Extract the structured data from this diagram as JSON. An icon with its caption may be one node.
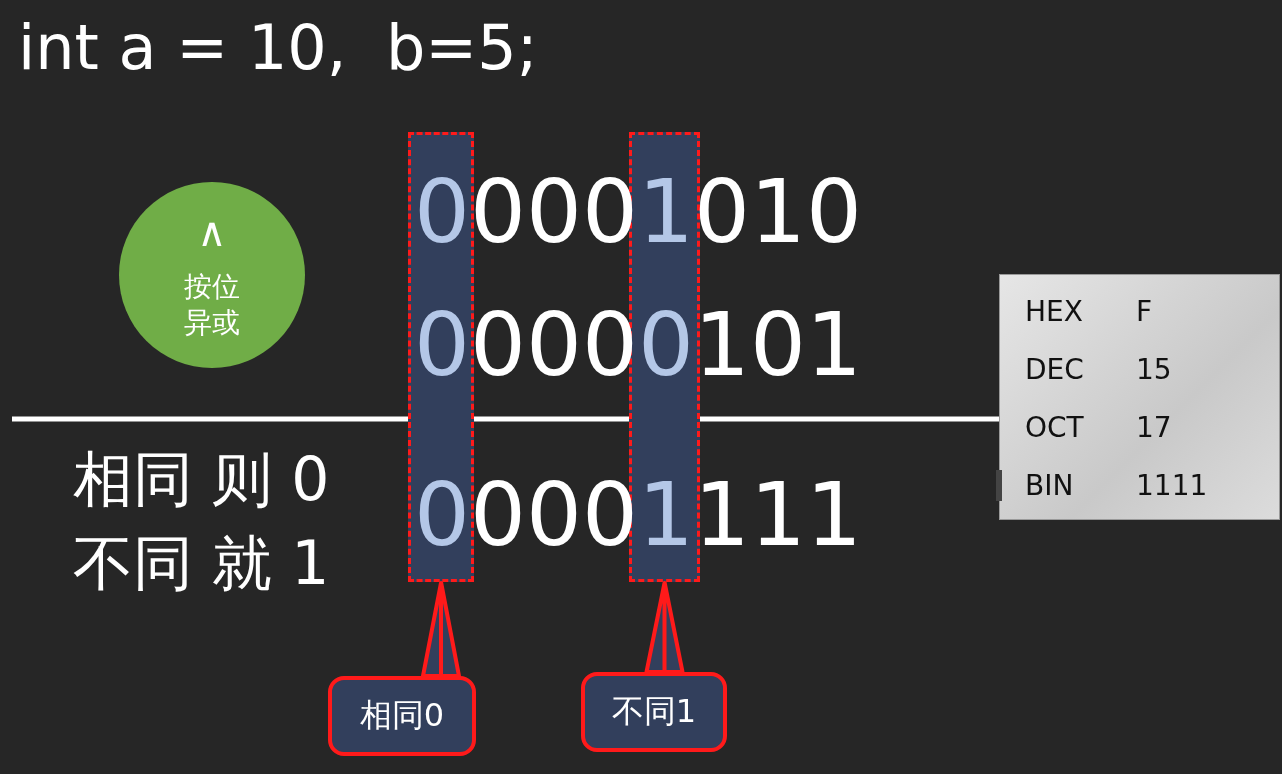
{
  "diagram": {
    "title": "int a = 10,  b=5;",
    "nodes": [
      {
        "text": [
          "∧",
          "按位异或"
        ]
      },
      {
        "text": [],
        "shape": "box"
      },
      {
        "text": [],
        "shape": "box"
      },
      {
        "text": [
          "相同0"
        ]
      },
      {
        "text": [
          "不同1"
        ]
      }
    ],
    "edges": [
      {
        "from": 3,
        "to": 1,
        "arrow": "none"
      },
      {
        "from": 4,
        "to": 2,
        "arrow": "none"
      }
    ],
    "labels": [
      "00001010",
      "00000101",
      "相同 则 0",
      "不同 就 1",
      "00001111",
      "HEX",
      "F",
      "DEC",
      "15",
      "OCT",
      "17",
      "BIN",
      "1111"
    ]
  }
}
